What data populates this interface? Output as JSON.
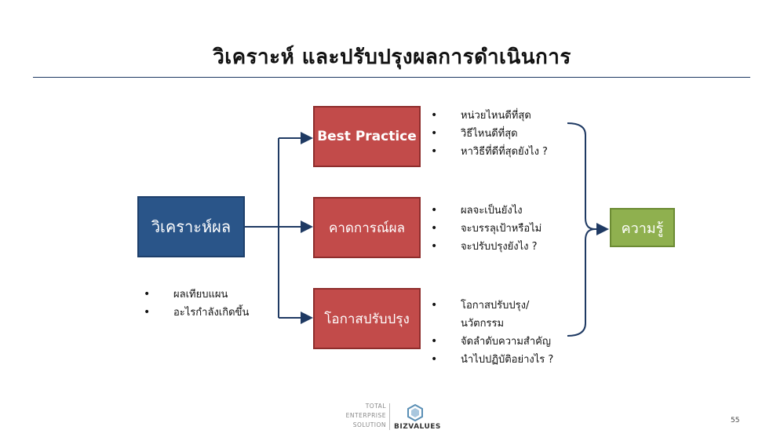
{
  "title": "วิเคราะห์ และปรับปรุงผลการดำเนินการ",
  "nodes": {
    "analyze": "วิเคราะห์ผล",
    "best_practice": "Best Practice",
    "forecast": "คาดการณ์ผล",
    "improve": "โอกาสปรับปรุง",
    "knowledge": "ความรู้"
  },
  "analyze_bullets": [
    "ผลเทียบแผน",
    "อะไรกำลังเกิดขึ้น"
  ],
  "best_practice_bullets": [
    "หน่วยไหนดีที่สุด",
    "วิธีไหนดีที่สุด",
    "หาวิธีที่ดีที่สุดยังไง ?"
  ],
  "forecast_bullets": [
    "ผลจะเป็นยังไง",
    "จะบรรลุเป้าหรือไม่",
    "จะปรับปรุงยังไง ?"
  ],
  "improve_bullets": [
    {
      "line1": "โอกาสปรับปรุง/",
      "line2": "นวัตกรรม"
    },
    {
      "line1": "จัดลำดับความสำคัญ",
      "line2": ""
    },
    {
      "line1": "นำไปปฏิบัติอย่างไร ?",
      "line2": ""
    }
  ],
  "footer": {
    "tagline_1": "TOTAL",
    "tagline_2": "ENTERPRISE",
    "tagline_3": "SOLUTION",
    "brand": "BIZVALUES",
    "page_number": "55"
  },
  "colors": {
    "blue": "#2a5589",
    "red": "#c24b4a",
    "green": "#8fb04f",
    "line": "#1f3a63"
  }
}
